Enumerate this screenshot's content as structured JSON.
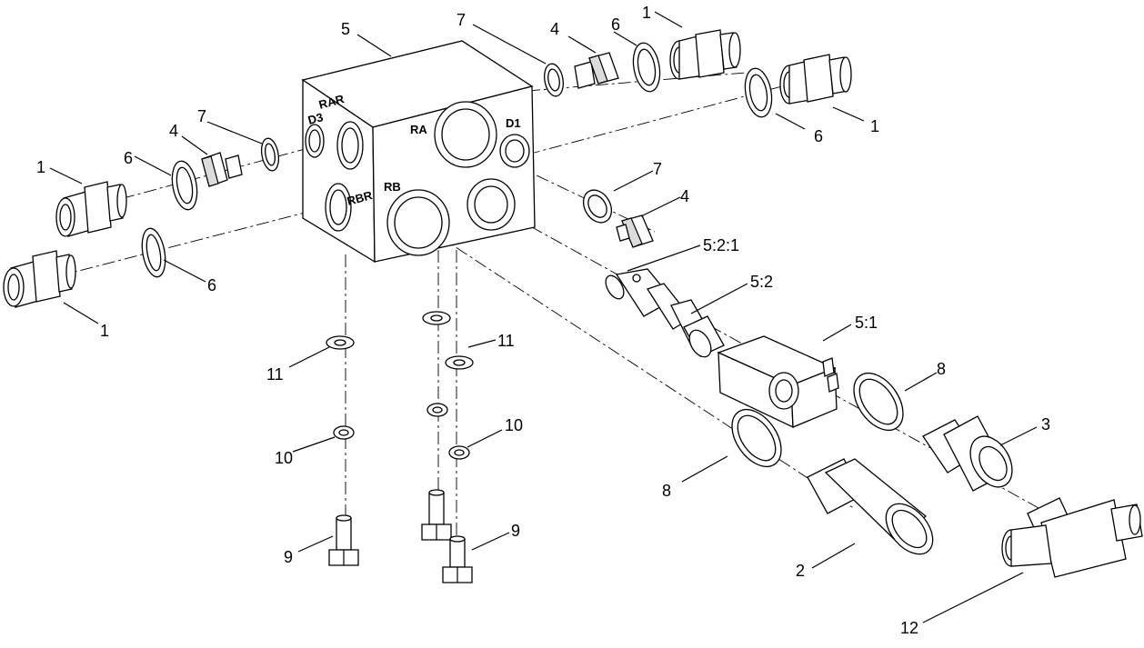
{
  "port_labels": {
    "rar": "RAR",
    "d3": "D3",
    "ra": "RA",
    "d1": "D1",
    "rb": "RB",
    "rbr": "RBR"
  },
  "callouts": [
    "5",
    "7",
    "4",
    "6",
    "1",
    "1",
    "6",
    "7",
    "4",
    "1",
    "6",
    "1",
    "6",
    "7",
    "4",
    "5:2:1",
    "5:2",
    "5:1",
    "11",
    "11",
    "10",
    "10",
    "9",
    "9",
    "8",
    "8",
    "3",
    "2",
    "12"
  ]
}
